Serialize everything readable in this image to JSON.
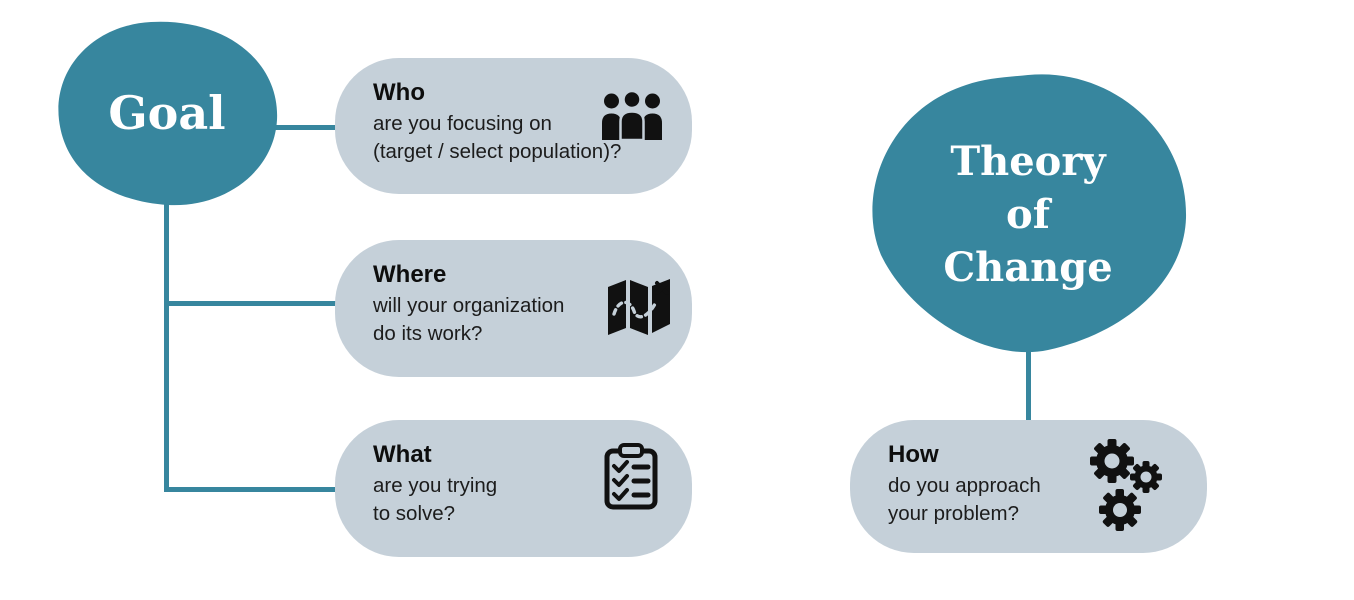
{
  "colors": {
    "teal": "#37869E",
    "card_fill": "#C5D0D9",
    "icon_black": "#111111",
    "body_text": "#1C1C1C",
    "blob_text": "#FFFFFF"
  },
  "goal_branch": {
    "root_label": "Goal",
    "items": [
      {
        "title": "Who",
        "lines": [
          "are you focusing on",
          "(target / select population)?"
        ],
        "icon": "people-group-icon"
      },
      {
        "title": "Where",
        "lines": [
          "will your organization",
          "do its work?"
        ],
        "icon": "folded-map-icon"
      },
      {
        "title": "What",
        "lines": [
          "are you trying",
          "to solve?"
        ],
        "icon": "checklist-clipboard-icon"
      }
    ]
  },
  "theory_branch": {
    "root_label": "Theory of Change",
    "root_lines": [
      "Theory",
      "of",
      "Change"
    ],
    "items": [
      {
        "title": "How",
        "lines": [
          "do you approach",
          "your problem?"
        ],
        "icon": "gears-icon"
      }
    ]
  }
}
